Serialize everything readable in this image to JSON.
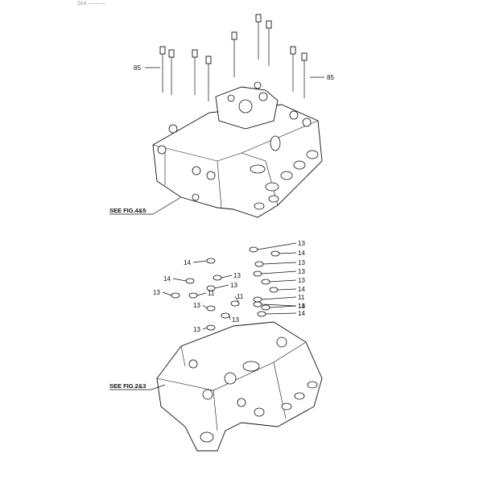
{
  "header": {
    "text": "ZAX —  —  —"
  },
  "upper_view": {
    "bolt_label_left": "85",
    "bolt_label_right": "85",
    "reference": "SEE FIG.4&5"
  },
  "lower_view": {
    "reference": "SEE FIG.2&3",
    "callouts": [
      {
        "num": "13"
      },
      {
        "num": "14"
      },
      {
        "num": "13"
      },
      {
        "num": "13"
      },
      {
        "num": "13"
      },
      {
        "num": "14"
      },
      {
        "num": "11"
      },
      {
        "num": "13"
      },
      {
        "num": "14"
      },
      {
        "num": "14"
      },
      {
        "num": "14"
      },
      {
        "num": "13"
      },
      {
        "num": "14"
      },
      {
        "num": "13"
      },
      {
        "num": "13"
      },
      {
        "num": "11"
      },
      {
        "num": "11"
      },
      {
        "num": "13"
      },
      {
        "num": "13"
      },
      {
        "num": "13"
      }
    ]
  }
}
